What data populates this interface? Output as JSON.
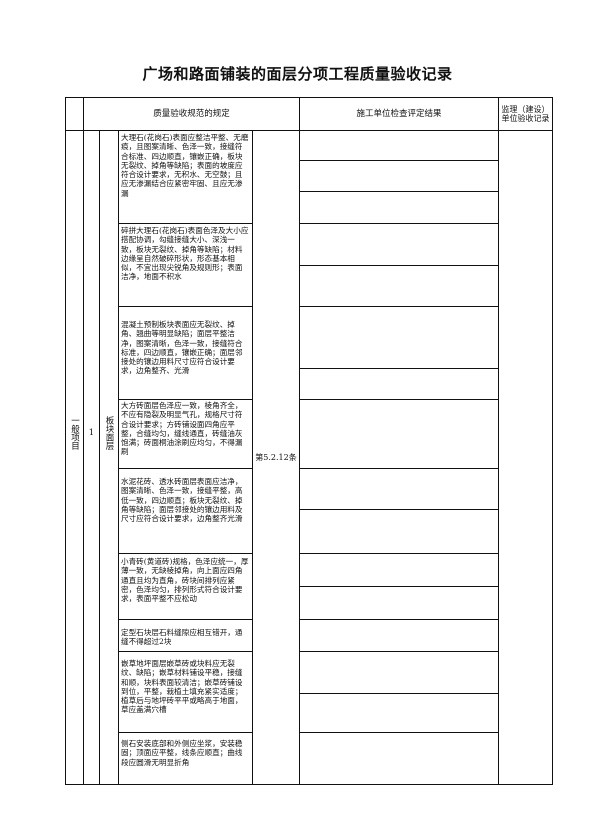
{
  "title": "广场和路面铺装的面层分项工程质量验收记录",
  "header": {
    "spec": "质量验收规范的规定",
    "result": "施工单位检查评定结果",
    "supervisor": "监理（建设）单位验收记录"
  },
  "category": "一般项目",
  "item_no": "1",
  "item_name": "板块面层",
  "clause": "第5.2.12条",
  "requirements": [
    "大理石(花岗石)表面应整洁平整、无磨痕，且图案清晰、色泽一致，接缝符合标准、四边顺直，镶嵌正确，板块无裂纹、掉角等缺陷；表面的坡度应符合设计要求，无积水、无空鼓；且应无渗漏结合应紧密牢固、且应无渗漏",
    "碎拼大理石(花岗石)表面色泽及大小应搭配协调，勾缝接缝大小、深浅一致，板块无裂纹、掉角等缺陷；材料边缘呈自然破碎形状，形态基本相似，不宜出现尖锐角及规则形；表面洁净，地面不积水",
    "混凝土预制板块表面应无裂纹、掉角、翘曲等明显缺陷；面层平整洁净，图案清晰，色泽一致，接缝符合标准，四边顺直，镶嵌正确；面层邻接处的镶边用料尺寸应符合设计要求，边角整齐、光滑",
    "大方砖面层色泽应一致，棱角齐全，不应有隐裂及明显气孔，规格尺寸符合设计要求；方砖铺设面四角应平整，合缝均匀，缝线通直，砖缝油灰饱满；砖面桐油涂刷应均匀，不得漏刷",
    "水泥花砖、透水砖面层表面应洁净，图案清晰、色泽一致，接缝平整，高低一致，四边顺直；板块无裂纹、掉角等缺陷；面层邻接处的镶边用料及尺寸应符合设计要求，边角整齐光滑",
    "小青砖(黄道砖)规格，色泽应统一，厚薄一致，无缺棱掉角，向上面应四角通直且均为直角，砖块间排列应紧密，色泽均匀，排列形式符合设计要求，表面平整不应松动",
    "定型石块层石料缝隙应相互错开，通缝不得超过2块",
    "嵌草地坪面层嵌草砖或块料应无裂纹、缺陷；嵌草材料铺设平稳，接缝和顺，块料表面较清洁；嵌草砖铺设到位，平整，栽植土填充紧实适度；植草后与地坪砖平平或略高于地面，草应盖满穴槽",
    "侧石安装底部和外侧应坐浆，安装稳固；顶面应平整，线条应顺直；曲线段应圆滑无明显折角"
  ]
}
